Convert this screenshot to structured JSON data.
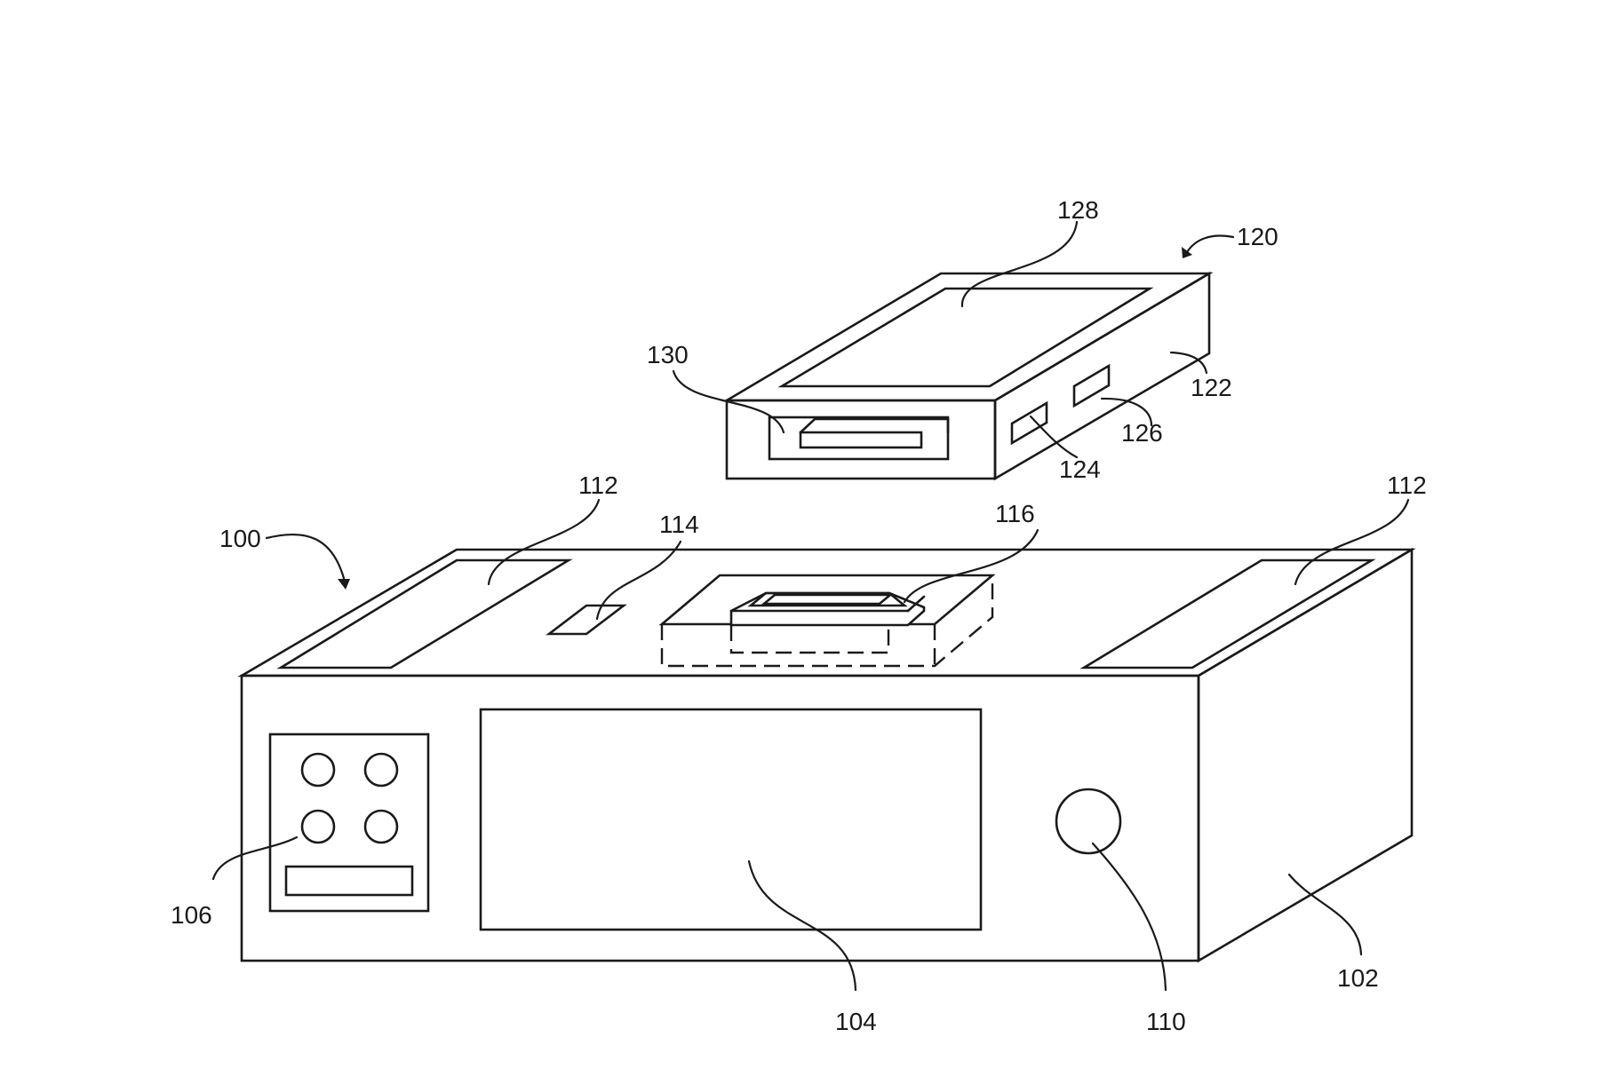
{
  "labels": {
    "device": "100",
    "housing": "102",
    "display": "104",
    "buttons": "106",
    "knob": "110",
    "speaker": "112",
    "slot": "114",
    "dock": "116",
    "module": "120",
    "module_side": "122",
    "port_a": "124",
    "port_b": "126",
    "module_screen": "128",
    "connector": "130"
  }
}
